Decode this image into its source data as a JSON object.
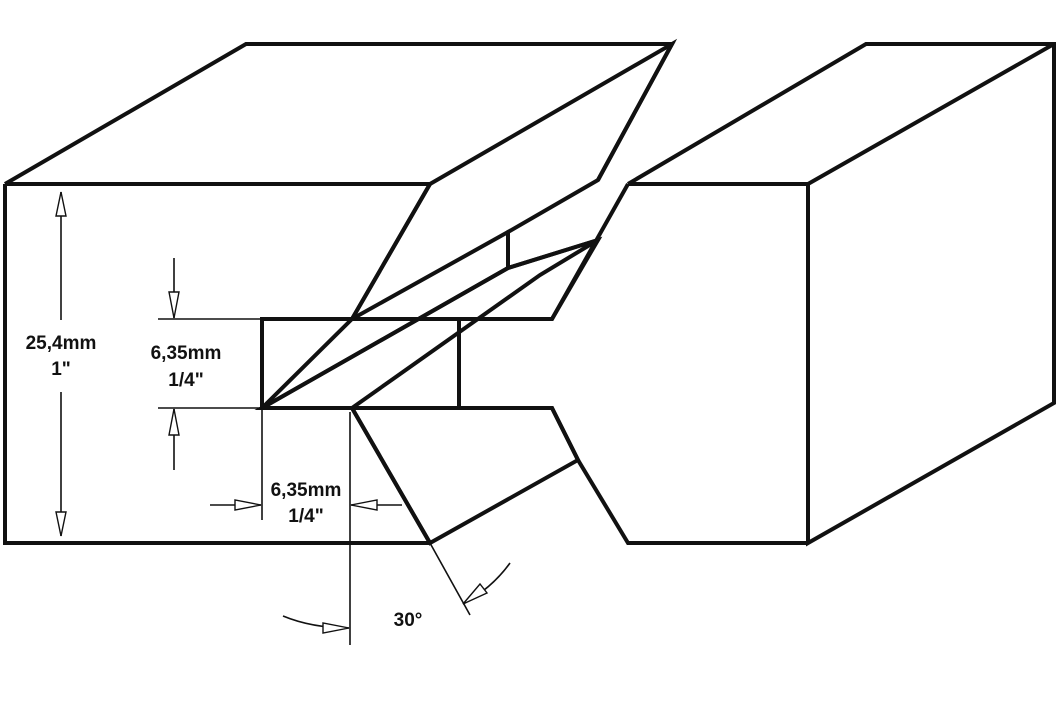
{
  "colors": {
    "cutter_light": "#fff3ea",
    "cutter_mid": "#fca86c",
    "cutter_dark": "#f36f1d",
    "outline": "#111111",
    "background": "#ffffff"
  },
  "labels": {
    "total_height_mm": "25,4mm",
    "total_height_in": "1\"",
    "tongue_height_mm": "6,35mm",
    "tongue_height_in": "1/4\"",
    "tongue_depth_mm": "6,35mm",
    "tongue_depth_in": "1/4\"",
    "angle": "30°"
  }
}
